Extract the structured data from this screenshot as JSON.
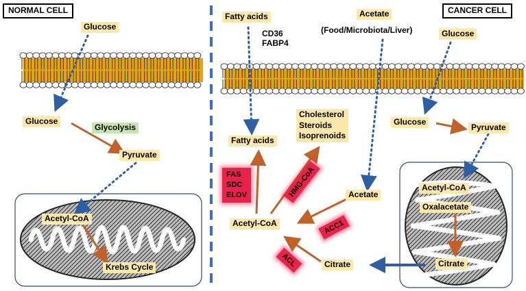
{
  "normal": {
    "title": "NORMAL CELL",
    "glucose_out": "Glucose",
    "glucose_in": "Glucose",
    "glycolysis": "Glycolysis",
    "pyruvate": "Pyruvate",
    "acetyl_coa": "Acetyl-CoA",
    "krebs": "Krebs Cycle"
  },
  "cancer": {
    "title": "CANCER CELL",
    "fatty_acids_out": "Fatty acids",
    "transporters": "CD36\nFABP4",
    "acetate_out": "Acetate",
    "acetate_source": "(Food/Microbiota/Liver)",
    "glucose_out": "Glucose",
    "glucose_in": "Glucose",
    "pyruvate": "Pyruvate",
    "fatty_acids_in": "Fatty acids",
    "cholesterol": "Cholesterol\nSteroids\nIsoprenoids",
    "acetate_in": "Acetate",
    "acetyl_coa_center": "Acetyl-CoA",
    "citrate_center": "Citrate",
    "mito_acetyl_coa": "Acetyl-CoA",
    "mito_oxalacetate": "Oxalacetate",
    "mito_citrate": "Citrate",
    "enzymes": {
      "fas": "FAS\nSDC\nELOV",
      "hmg": "HMG-CoA",
      "acc1": "ACC1",
      "acl": "ACL"
    }
  },
  "colors": {
    "highlight": "#fde8ab",
    "glycolysis": "#c6e5b3",
    "enzyme": "#e8234a",
    "arrow_orange": "#c0622a",
    "arrow_blue": "#2e5fa3",
    "divider": "#3a6fbf"
  }
}
